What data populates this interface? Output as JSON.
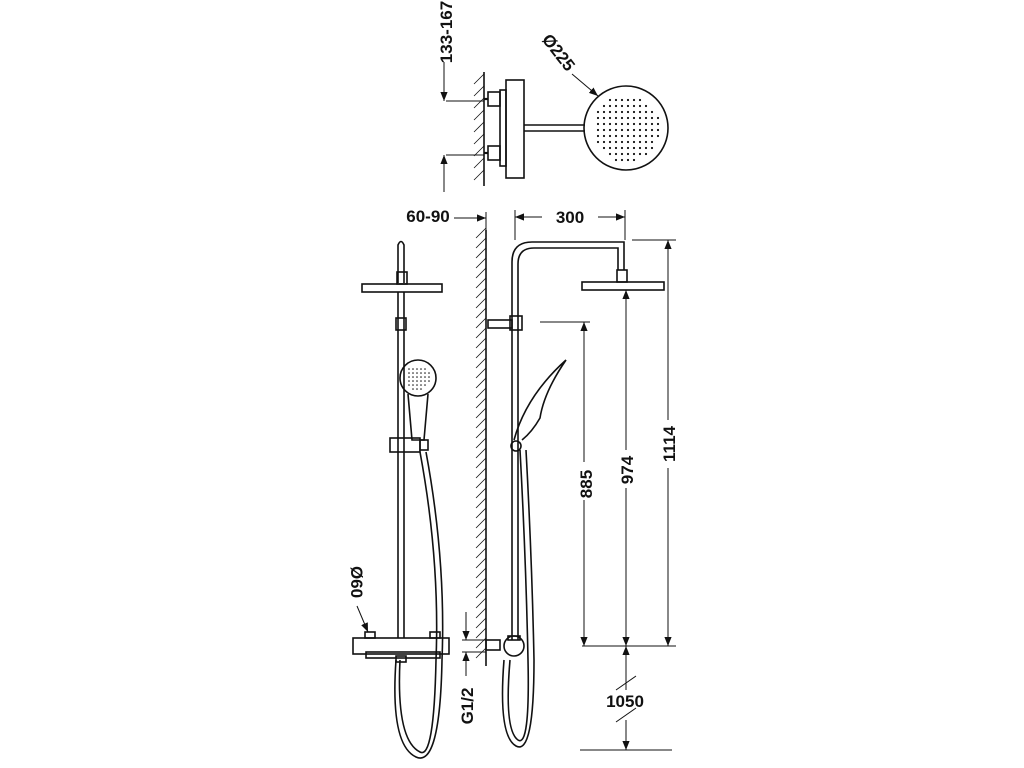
{
  "dimensions": {
    "top_wall_range": "133-167",
    "head_diameter": "Ø225",
    "wall_distance": "60-90",
    "arm_length": "300",
    "height_885": "885",
    "height_974": "974",
    "height_1114": "1114",
    "floor_height": "1050",
    "inlet_spacing": "Ø60",
    "thread": "G1/2"
  }
}
